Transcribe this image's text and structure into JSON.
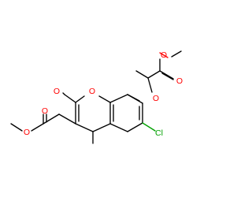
{
  "molecule": {
    "atom_labels": {
      "ring_o": "O",
      "lactone_carbonyl_o": "O",
      "ether_o": "O",
      "ester_carbonyl_o": "O",
      "ester_o": "O",
      "propanoate_carbonyl_o": "O",
      "propanoate_ester_o": "O",
      "chloro": "Cl"
    },
    "colors": {
      "bond": "#000000",
      "oxygen": "#ff0000",
      "chlorine": "#00a000",
      "background": "#ffffff"
    }
  }
}
